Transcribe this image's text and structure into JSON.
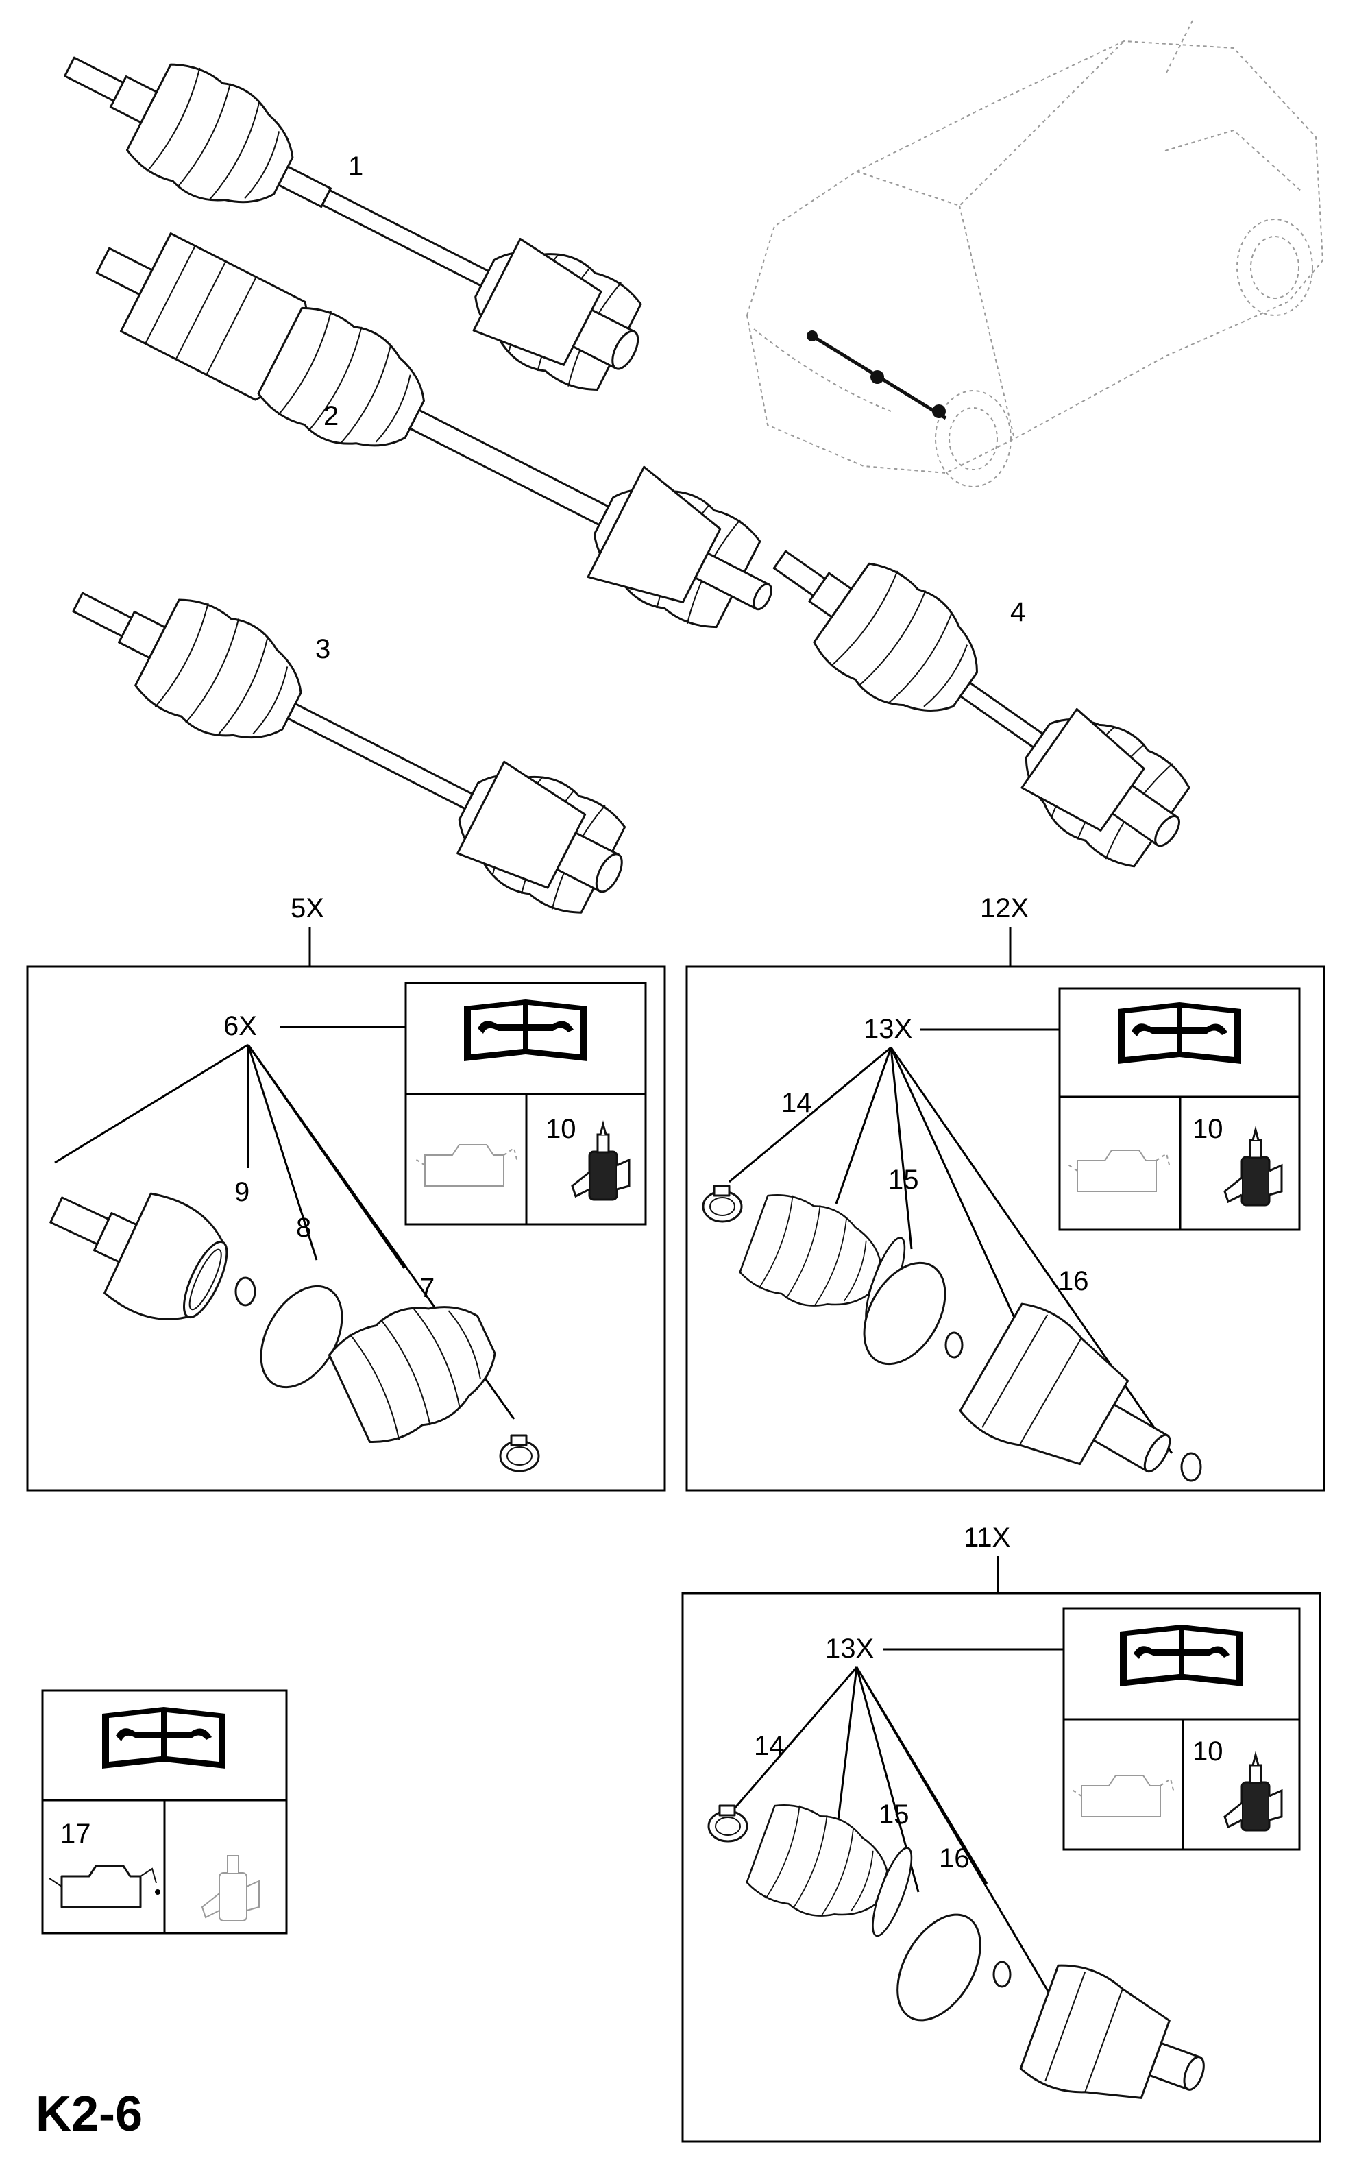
{
  "page_id": "K2-6",
  "callouts": {
    "c1": "1",
    "c2": "2",
    "c3": "3",
    "c4": "4",
    "c5x": "5X",
    "c6x": "6X",
    "c7": "7",
    "c8": "8",
    "c9": "9",
    "c10a": "10",
    "c12x": "12X",
    "c13x_a": "13X",
    "c14a": "14",
    "c15a": "15",
    "c16a": "16",
    "c10b": "10",
    "c11x": "11X",
    "c13x_b": "13X",
    "c14b": "14",
    "c15b": "15",
    "c16b": "16",
    "c10c": "10",
    "c17": "17"
  },
  "icons": {
    "manual": "repair-manual-icon",
    "grease": "grease-can-icon",
    "adhesive": "adhesive-bottle-icon"
  }
}
